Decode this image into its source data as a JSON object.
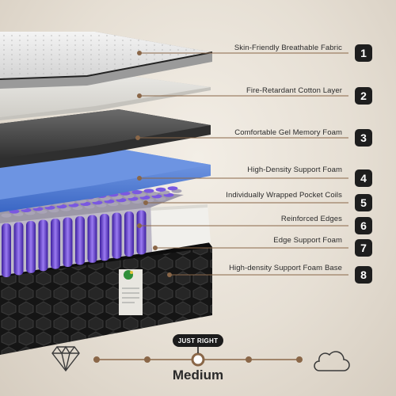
{
  "layers": [
    {
      "number": "1",
      "label": "Skin-Friendly Breathable Fabric"
    },
    {
      "number": "2",
      "label": "Fire-Retardant Cotton Layer"
    },
    {
      "number": "3",
      "label": "Comfortable Gel Memory Foam"
    },
    {
      "number": "4",
      "label": "High-Density Support Foam"
    },
    {
      "number": "5",
      "label": "Individually Wrapped Pocket Coils"
    },
    {
      "number": "6",
      "label": "Reinforced Edges"
    },
    {
      "number": "7",
      "label": "Edge Support Foam"
    },
    {
      "number": "8",
      "label": "High-density Support Foam Base"
    }
  ],
  "firmness": {
    "badge": "JUST RIGHT",
    "level": "Medium",
    "scale_steps": 5,
    "selected_step": 3,
    "left_icon": "diamond-icon",
    "right_icon": "cloud-icon"
  },
  "colors": {
    "coil_purple": "#6a3fd8",
    "blue_foam": "#4f7fd6",
    "gel_foam": "#3a3a3a",
    "marker_brown": "#8a6748",
    "label_badge": "#1e1e1e"
  }
}
